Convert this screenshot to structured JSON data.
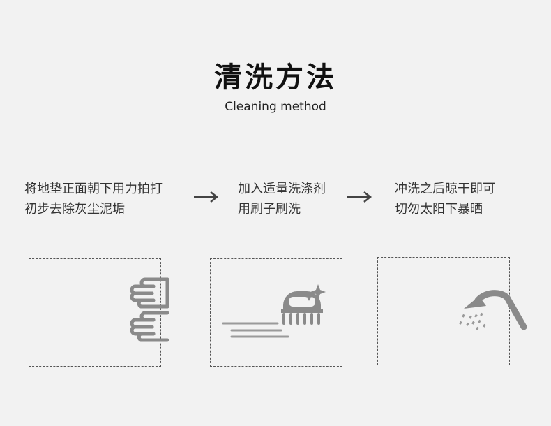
{
  "header": {
    "title": "清洗方法",
    "subtitle": "Cleaning method"
  },
  "steps": [
    {
      "line1": "将地垫正面朝下用力拍打",
      "line2": "初步去除灰尘泥垢",
      "icon": "hands-patting-icon"
    },
    {
      "line1": "加入适量洗涤剂",
      "line2": "用刷子刷洗",
      "icon": "scrub-brush-icon"
    },
    {
      "line1": "冲洗之后晾干即可",
      "line2": "切勿太阳下暴晒",
      "icon": "shower-head-icon"
    }
  ],
  "colors": {
    "icon": "#888888",
    "background": "#f2f2f2",
    "text": "#333333"
  }
}
